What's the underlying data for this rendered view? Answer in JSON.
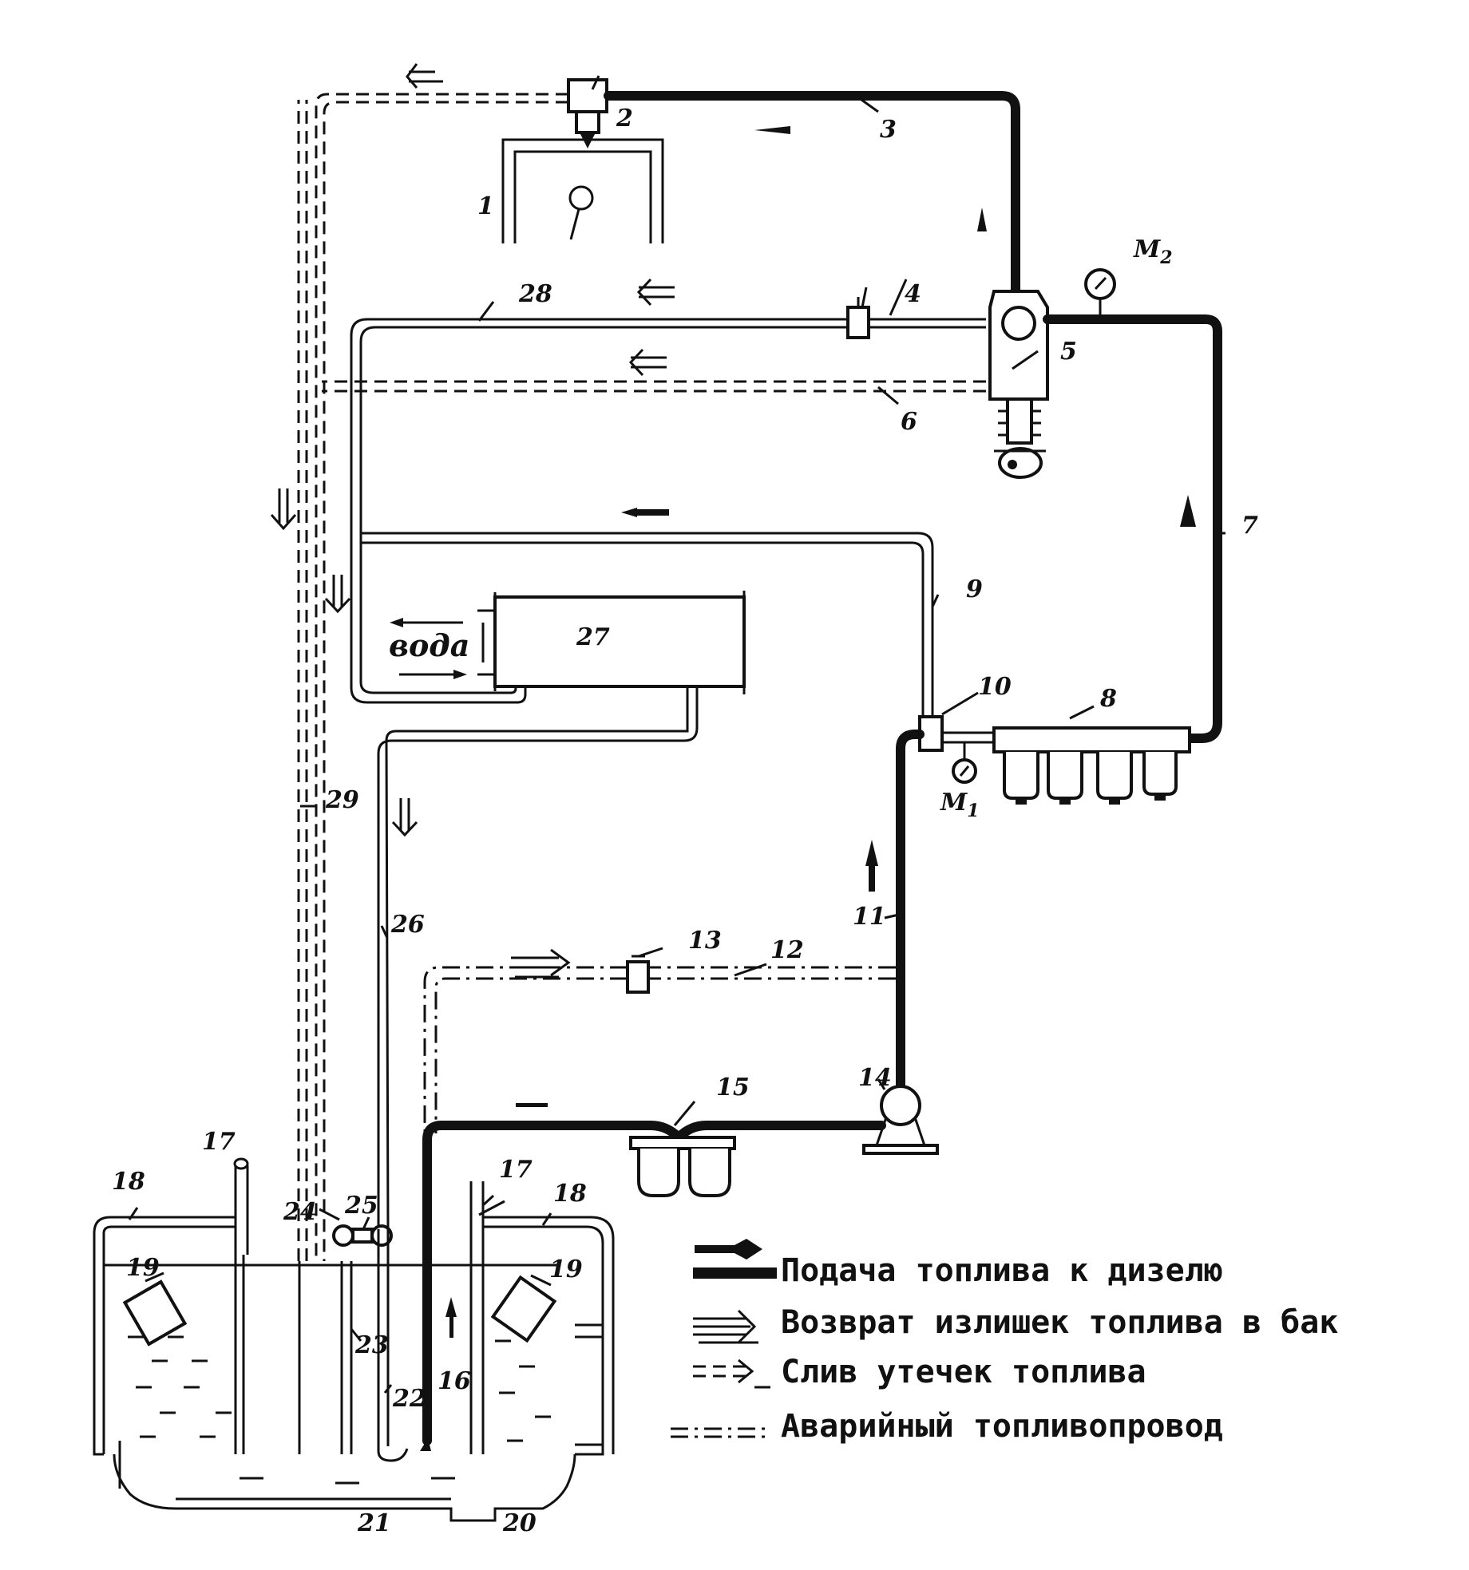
{
  "labels": {
    "n1": "1",
    "n2": "2",
    "n3": "3",
    "n4": "4",
    "n5": "5",
    "n6": "6",
    "n7": "7",
    "n8": "8",
    "n9": "9",
    "n10": "10",
    "n11": "11",
    "n12": "12",
    "n13": "13",
    "n14": "14",
    "n15": "15",
    "n16": "16",
    "n17a": "17",
    "n17b": "17",
    "n18a": "18",
    "n18b": "18",
    "n19a": "19",
    "n19b": "19",
    "n20": "20",
    "n21": "21",
    "n22": "22",
    "n23": "23",
    "n24": "24",
    "n25": "25",
    "n26": "26",
    "n27": "27",
    "n28": "28",
    "n29": "29",
    "m1": "M",
    "m1sub": "1",
    "m2": "M",
    "m2sub": "2",
    "water": "вода"
  },
  "legend": {
    "supply": "Подача топлива к дизелю",
    "return": "Возврат излишек топлива в бак",
    "leak": "Слив утечек топлива",
    "emergency": "Аварийный топливопровод"
  }
}
